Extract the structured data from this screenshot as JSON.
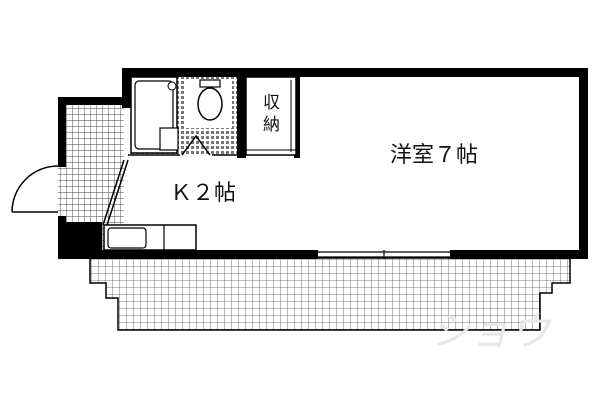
{
  "rooms": {
    "western_room": "洋室７帖",
    "kitchen": "Ｋ２帖",
    "storage_line1": "収",
    "storage_line2": "納"
  },
  "watermark": "ショウ",
  "colors": {
    "wall": "#000000",
    "tile": "#444444",
    "grid": "#555555",
    "background": "#ffffff"
  }
}
